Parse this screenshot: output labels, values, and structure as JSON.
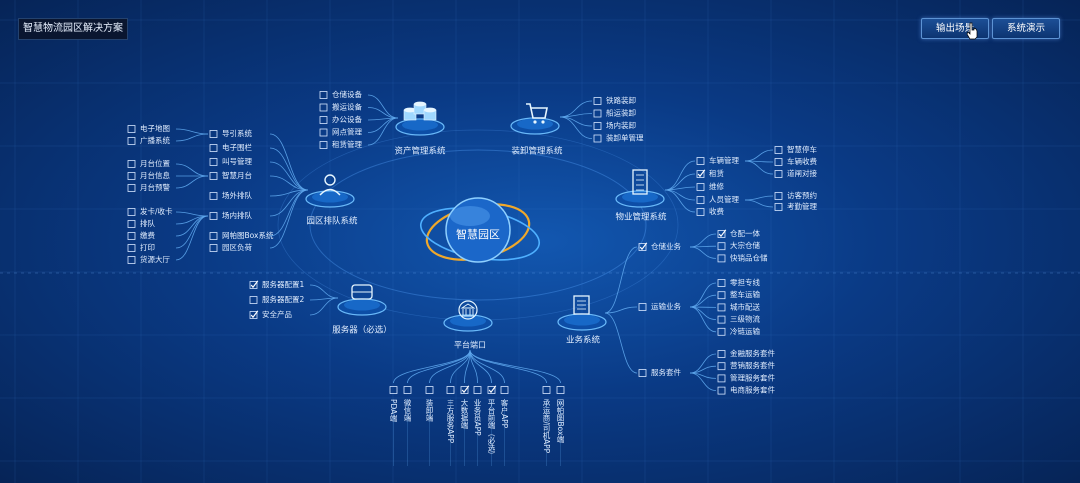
{
  "title": "智慧物流园区解决方案",
  "buttons": {
    "export": "输出场景",
    "demo": "系统演示"
  },
  "center_label": "智慧园区",
  "modules": {
    "asset": {
      "label": "资产管理系统",
      "items": [
        "仓储设备",
        "搬运设备",
        "办公设备",
        "网点管理",
        "租赁管理"
      ],
      "checked": []
    },
    "loading": {
      "label": "装卸管理系统",
      "items": [
        "铁路装卸",
        "船运装卸",
        "场内装卸",
        "装卸单管理"
      ],
      "checked": []
    },
    "queue": {
      "label": "园区排队系统",
      "sub": [
        {
          "label": "导引系统",
          "items": [
            "电子地图",
            "广播系统"
          ]
        },
        {
          "label": "电子围栏",
          "items": []
        },
        {
          "label": "叫号管理",
          "items": []
        },
        {
          "label": "智慧月台",
          "items": [
            "月台位置",
            "月台信息",
            "月台预警"
          ]
        },
        {
          "label": "场外排队",
          "items": []
        },
        {
          "label": "场内排队",
          "items": [
            "发卡/收卡",
            "排队",
            "缴费",
            "打印",
            "货源大厅"
          ]
        },
        {
          "label": "网帕图Box系统",
          "items": []
        },
        {
          "label": "园区负荷",
          "items": []
        }
      ]
    },
    "property": {
      "label": "物业管理系统",
      "sub": [
        {
          "label": "车辆管理",
          "checked": false,
          "items": [
            "智慧停车",
            "车辆收费",
            "道闸对接"
          ]
        },
        {
          "label": "租赁",
          "checked": true,
          "items": []
        },
        {
          "label": "维修",
          "checked": false,
          "items": []
        },
        {
          "label": "人员管理",
          "checked": false,
          "items": [
            "访客预约",
            "考勤管理"
          ]
        },
        {
          "label": "收费",
          "checked": false,
          "items": []
        }
      ]
    },
    "server": {
      "label": "服务器（必选）",
      "items": [
        {
          "label": "服务器配置1",
          "checked": true
        },
        {
          "label": "服务器配置2",
          "checked": false
        },
        {
          "label": "安全产品",
          "checked": true
        }
      ]
    },
    "platform": {
      "label": "平台端口",
      "items": [
        {
          "label": "PDA端",
          "checked": false
        },
        {
          "label": "微信端",
          "checked": false
        },
        {
          "label": "装卸端",
          "checked": false
        },
        {
          "label": "三方服务APP",
          "checked": false
        },
        {
          "label": "大数据端",
          "checked": true
        },
        {
          "label": "业务员APP",
          "checked": false
        },
        {
          "label": "平台前端（必选）",
          "checked": true
        },
        {
          "label": "客户APP",
          "checked": false
        },
        {
          "label": "承运商/司机APP",
          "checked": false
        },
        {
          "label": "网帕图Box端",
          "checked": false
        }
      ]
    },
    "business": {
      "label": "业务系统",
      "sub": [
        {
          "label": "仓储业务",
          "checked": true,
          "items": [
            {
              "label": "仓配一体",
              "checked": true
            },
            {
              "label": "大宗仓储",
              "checked": false
            },
            {
              "label": "快销品仓储",
              "checked": false
            }
          ]
        },
        {
          "label": "运输业务",
          "checked": false,
          "items": [
            {
              "label": "零担专线",
              "checked": false
            },
            {
              "label": "整车运输",
              "checked": false
            },
            {
              "label": "城市配送",
              "checked": false
            },
            {
              "label": "三级物流",
              "checked": false
            },
            {
              "label": "冷链运输",
              "checked": false
            }
          ]
        },
        {
          "label": "服务套件",
          "checked": false,
          "items": [
            {
              "label": "金融服务套件",
              "checked": false
            },
            {
              "label": "营销服务套件",
              "checked": false
            },
            {
              "label": "管理服务套件",
              "checked": false
            },
            {
              "label": "电商服务套件",
              "checked": false
            }
          ]
        }
      ]
    }
  },
  "colors": {
    "line": "#5fa8ee",
    "text": "#e2eeff",
    "orange": "#f0a82a",
    "accent": "#3ea0ff"
  }
}
